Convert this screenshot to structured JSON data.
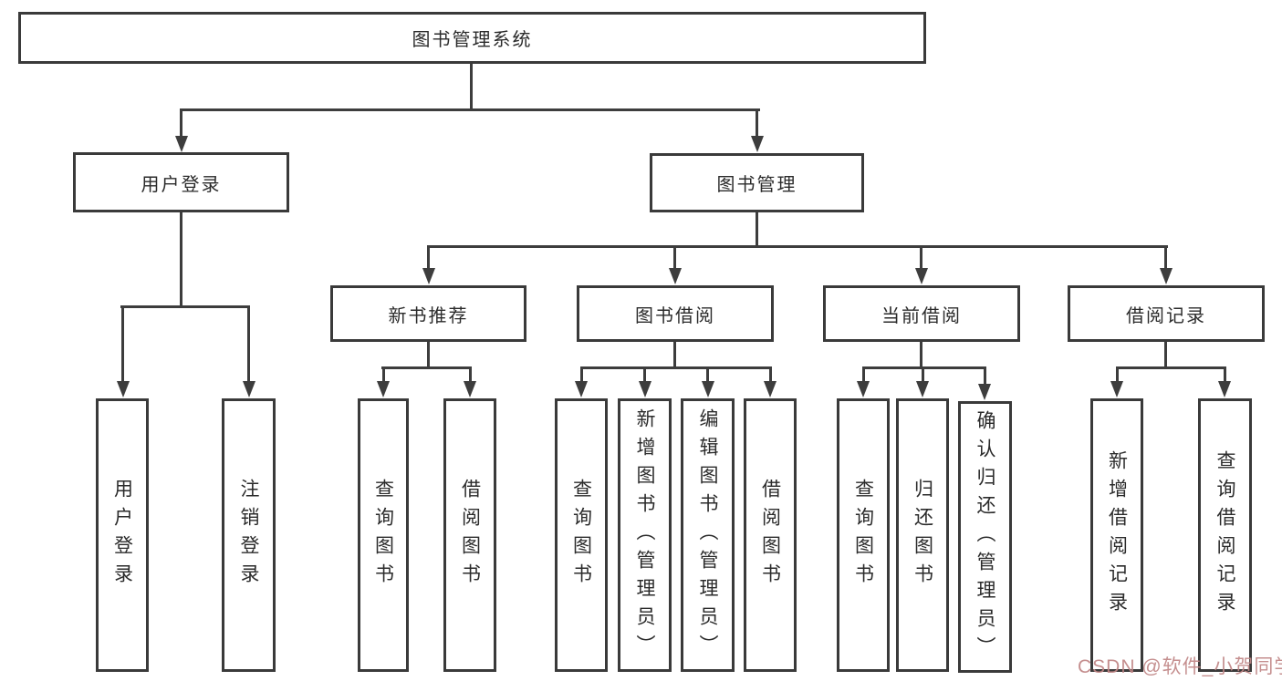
{
  "diagram_type": "tree-hierarchy",
  "nodes": {
    "root": {
      "label": "图书管理系统"
    },
    "login": {
      "label": "用户登录"
    },
    "mgmt": {
      "label": "图书管理"
    },
    "login_user": {
      "label": "用户登录"
    },
    "login_logout": {
      "label": "注销登录"
    },
    "rec": {
      "label": "新书推荐"
    },
    "rec_query": {
      "label": "查询图书"
    },
    "rec_borrow": {
      "label": "借阅图书"
    },
    "borrow": {
      "label": "图书借阅"
    },
    "borrow_query": {
      "label": "查询图书"
    },
    "borrow_add": {
      "label": "新增图书（管理员）"
    },
    "borrow_edit": {
      "label": "编辑图书（管理员）"
    },
    "borrow_borrow": {
      "label": "借阅图书"
    },
    "current": {
      "label": "当前借阅"
    },
    "current_query": {
      "label": "查询图书"
    },
    "current_return": {
      "label": "归还图书"
    },
    "current_confirm": {
      "label": "确认归还（管理员）"
    },
    "records": {
      "label": "借阅记录"
    },
    "records_add": {
      "label": "新增借阅记录"
    },
    "records_query": {
      "label": "查询借阅记录"
    }
  },
  "hierarchy": {
    "图书管理系统": {
      "用户登录": [
        "用户登录",
        "注销登录"
      ],
      "图书管理": {
        "新书推荐": [
          "查询图书",
          "借阅图书"
        ],
        "图书借阅": [
          "查询图书",
          "新增图书（管理员）",
          "编辑图书（管理员）",
          "借阅图书"
        ],
        "当前借阅": [
          "查询图书",
          "归还图书",
          "确认归还（管理员）"
        ],
        "借阅记录": [
          "新增借阅记录",
          "查询借阅记录"
        ]
      }
    }
  },
  "watermark": {
    "text": "CSDN @软件_小贺同学",
    "color": "#c08686"
  },
  "colors": {
    "line": "#3d3d3d",
    "box_border": "#3a3a3a",
    "box_bg": "#ffffff",
    "page_bg": "#ffffff"
  }
}
